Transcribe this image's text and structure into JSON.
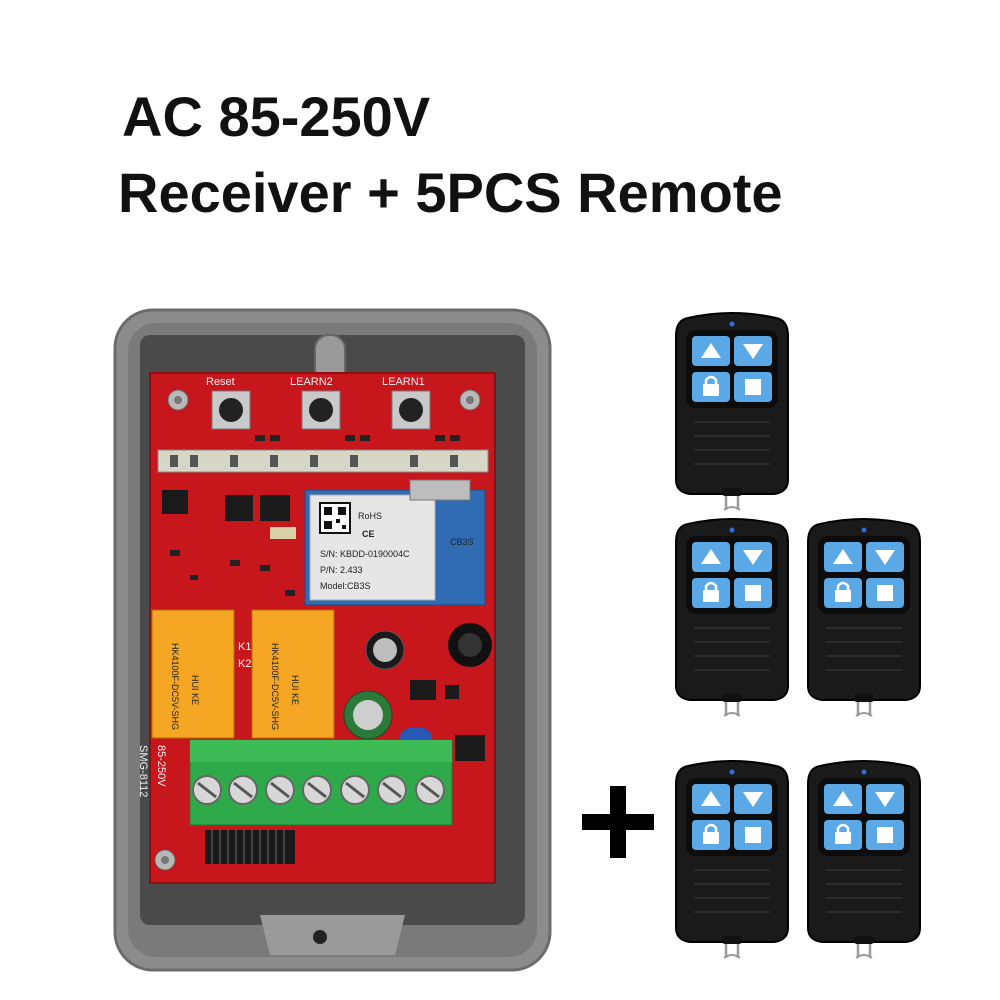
{
  "heading": {
    "line1": "AC 85-250V",
    "line2": "Receiver + 5PCS Remote"
  },
  "receiver": {
    "button_labels": [
      "Reset",
      "LEARN2",
      "LEARN1"
    ],
    "module": {
      "rohs": "RoHS",
      "ce": "CE",
      "model": "Model:CB3S",
      "pn": "P/N: 2.433",
      "sn": "S/N: KBDD-0190004C",
      "side": "CB3S"
    },
    "relay_brand": "HUI KE",
    "relay_model": "HK4100F-DC5V-SHG",
    "relay_labels": [
      "K1",
      "K2"
    ],
    "board_model": "SMG-8112",
    "voltage": "85-250V",
    "colors": {
      "case": "#8c8c8c",
      "board": "#c8161d",
      "terminal": "#2faa4a",
      "relay": "#f5a623"
    }
  },
  "remotes": {
    "count": 5,
    "button_icons": [
      "arrow-up-icon",
      "arrow-down-icon",
      "lock-icon",
      "stop-square-icon"
    ],
    "colors": {
      "body": "#1a1a1a",
      "button": "#5aa9e6"
    }
  },
  "plus_icon": "plus-icon"
}
